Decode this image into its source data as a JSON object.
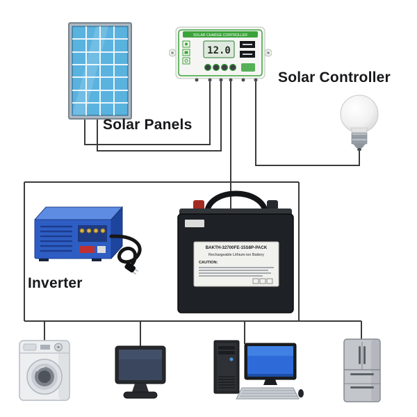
{
  "diagram": {
    "labels": {
      "solar_panels": "Solar Panels",
      "solar_controller": "Solar Controller",
      "inverter": "Inverter"
    },
    "controller": {
      "header": "SOLAR CHARGE CONTROLLER",
      "display_value": "12.0"
    },
    "battery": {
      "line1": "BAKTH-32700FE-15S8P-PACK",
      "line2": "Rechargeable Lithium-ion Battery",
      "caution": "CAUTION:"
    },
    "components": {
      "solar_panel": "solar-panel",
      "solar_controller": "solar-charge-controller",
      "light_bulb": "light-bulb",
      "inverter": "power-inverter",
      "battery": "battery-pack",
      "loads": [
        "washing-machine",
        "monitor",
        "desktop-computer",
        "refrigerator"
      ]
    },
    "colors": {
      "wire": "#3a3a3a",
      "panel_blue": "#5ab2de",
      "controller_green": "#3aa33a",
      "inverter_blue": "#2e5ec4",
      "battery_black": "#1e2125",
      "pc_screen_blue": "#2f6bd8"
    }
  }
}
